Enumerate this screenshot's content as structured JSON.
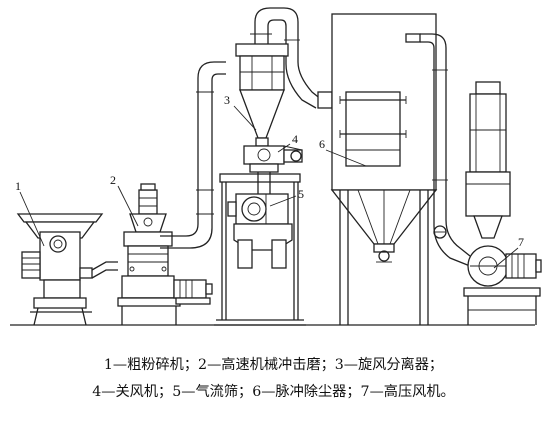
{
  "diagram": {
    "callouts": [
      "1",
      "2",
      "3",
      "4",
      "5",
      "6",
      "7"
    ]
  },
  "legend": {
    "line1": "1—粗粉碎机；2—高速机械冲击磨；3—旋风分离器；",
    "line2": "4—关风机；5—气流筛；6—脉冲除尘器；7—高压风机。"
  }
}
